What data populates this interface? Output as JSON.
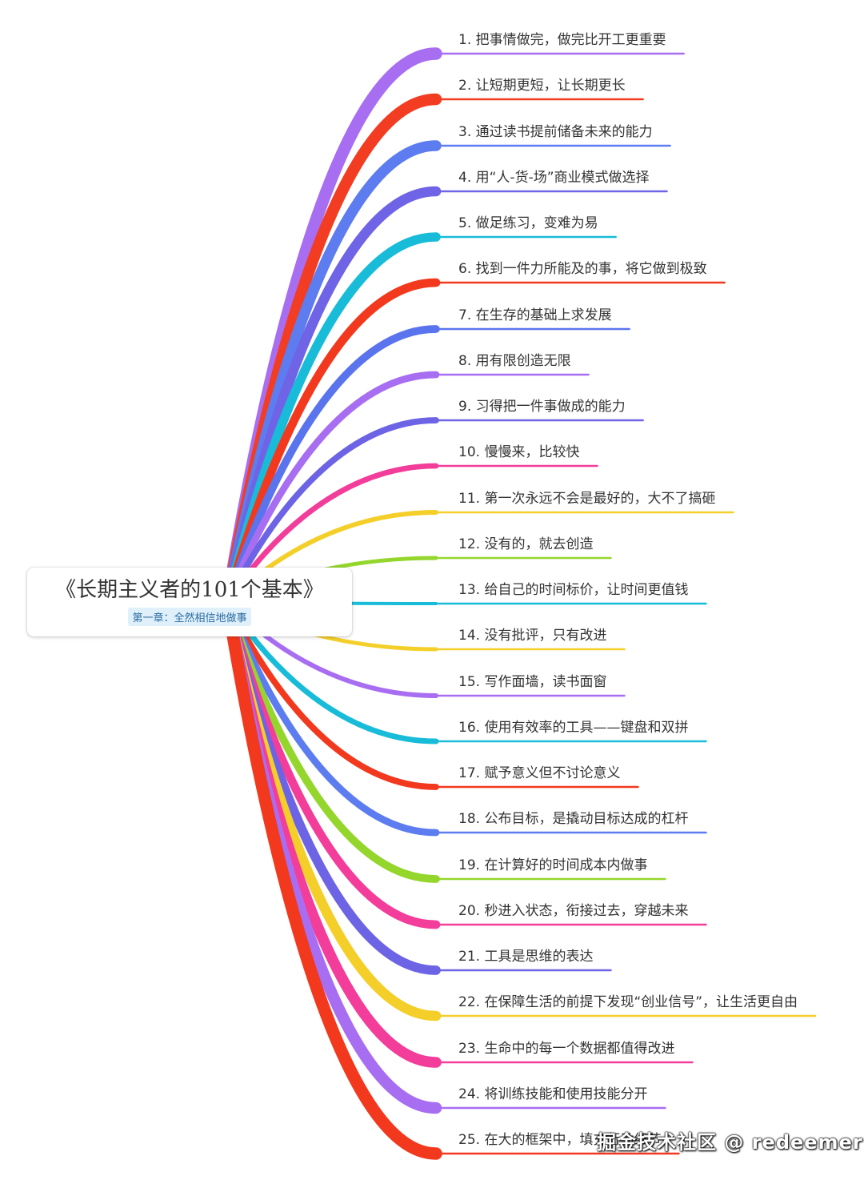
{
  "root": {
    "title": "《长期主义者的101个基本》",
    "subtitle": "第一章：全然相信地做事"
  },
  "branches": [
    {
      "label": "1. 把事情做完，做完比开工更重要",
      "color": "#a86ef2"
    },
    {
      "label": "2. 让短期更短，让长期更长",
      "color": "#f23d22"
    },
    {
      "label": "3. 通过读书提前储备未来的能力",
      "color": "#5c7cf0"
    },
    {
      "label": "4. 用“人-货-场”商业模式做选择",
      "color": "#7064e6"
    },
    {
      "label": "5. 做足练习，变难为易",
      "color": "#18bcd8"
    },
    {
      "label": "6. 找到一件力所能及的事，将它做到极致",
      "color": "#f2391e"
    },
    {
      "label": "7. 在生存的基础上求发展",
      "color": "#5a74ee"
    },
    {
      "label": "8. 用有限创造无限",
      "color": "#a86ef2"
    },
    {
      "label": "9. 习得把一件事做成的能力",
      "color": "#6c64e4"
    },
    {
      "label": "10. 慢慢来，比较快",
      "color": "#f23d9a"
    },
    {
      "label": "11. 第一次永远不会是最好的，大不了搞砸",
      "color": "#f4cf2a"
    },
    {
      "label": "12. 没有的，就去创造",
      "color": "#94d62c"
    },
    {
      "label": "13. 给自己的时间标价，让时间更值钱",
      "color": "#18bcd8"
    },
    {
      "label": "14. 没有批评，只有改进",
      "color": "#f4cf2a"
    },
    {
      "label": "15. 写作面墙，读书面窗",
      "color": "#a86ef2"
    },
    {
      "label": "16. 使用有效率的工具——键盘和双拼",
      "color": "#18bcd8"
    },
    {
      "label": "17. 赋予意义但不讨论意义",
      "color": "#f2391e"
    },
    {
      "label": "18. 公布目标，是撬动目标达成的杠杆",
      "color": "#5c7cf0"
    },
    {
      "label": "19. 在计算好的时间成本内做事",
      "color": "#94d62c"
    },
    {
      "label": "20. 秒进入状态，衔接过去，穿越未来",
      "color": "#f23d9a"
    },
    {
      "label": "21. 工具是思维的表达",
      "color": "#6c64e4"
    },
    {
      "label": "22. 在保障生活的前提下发现“创业信号”，让生活更自由",
      "color": "#f4cf2a"
    },
    {
      "label": "23. 生命中的每一个数据都值得改进",
      "color": "#f23d9a"
    },
    {
      "label": "24. 将训练技能和使用技能分开",
      "color": "#a86ef2"
    },
    {
      "label": "25. 在大的框架中，填充行动细节",
      "color": "#f2391e"
    }
  ],
  "watermark": "掘金技术社区 @ redeemer"
}
